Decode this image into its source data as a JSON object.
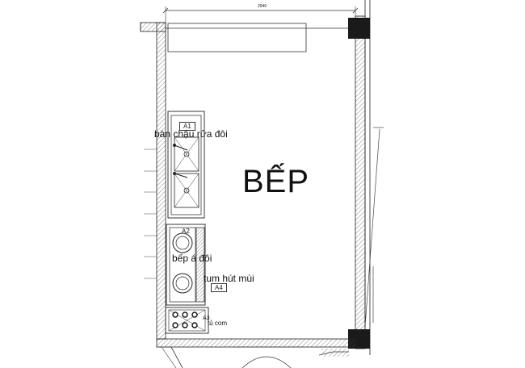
{
  "room": {
    "title": "BẾP"
  },
  "dimension": {
    "width_label": "2940"
  },
  "equipment": [
    {
      "code": "A1",
      "label": "bàn chậu rửa đôi"
    },
    {
      "code": "A2",
      "label": "bếp á đôi"
    },
    {
      "code": "A4",
      "label": "tum hút mùi"
    },
    {
      "code": "A3",
      "label": "tủ com"
    }
  ]
}
